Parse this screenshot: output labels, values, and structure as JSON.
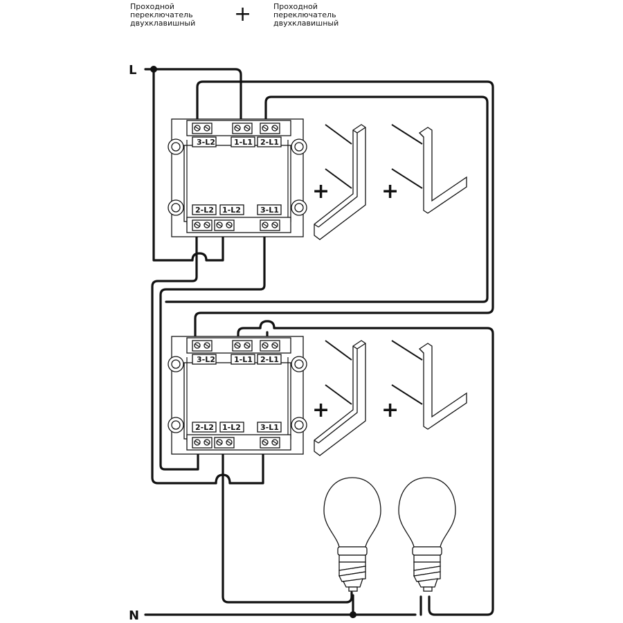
{
  "header": {
    "left_caption": "Проходной\nпереключатель\nдвухклавишный",
    "plus_sign": "+",
    "right_caption": "Проходной\nпереключатель\nдвухклавишный"
  },
  "power": {
    "line_label": "L",
    "neutral_label": "N"
  },
  "switch_top": {
    "terminal_labels": [
      "3-L2",
      "1-L1",
      "2-L1",
      "2-L2",
      "1-L2",
      "3-L1"
    ]
  },
  "switch_bottom": {
    "terminal_labels": [
      "3-L2",
      "1-L1",
      "2-L1",
      "2-L2",
      "1-L2",
      "3-L1"
    ]
  },
  "assembly": {
    "plus_sign": "+"
  }
}
